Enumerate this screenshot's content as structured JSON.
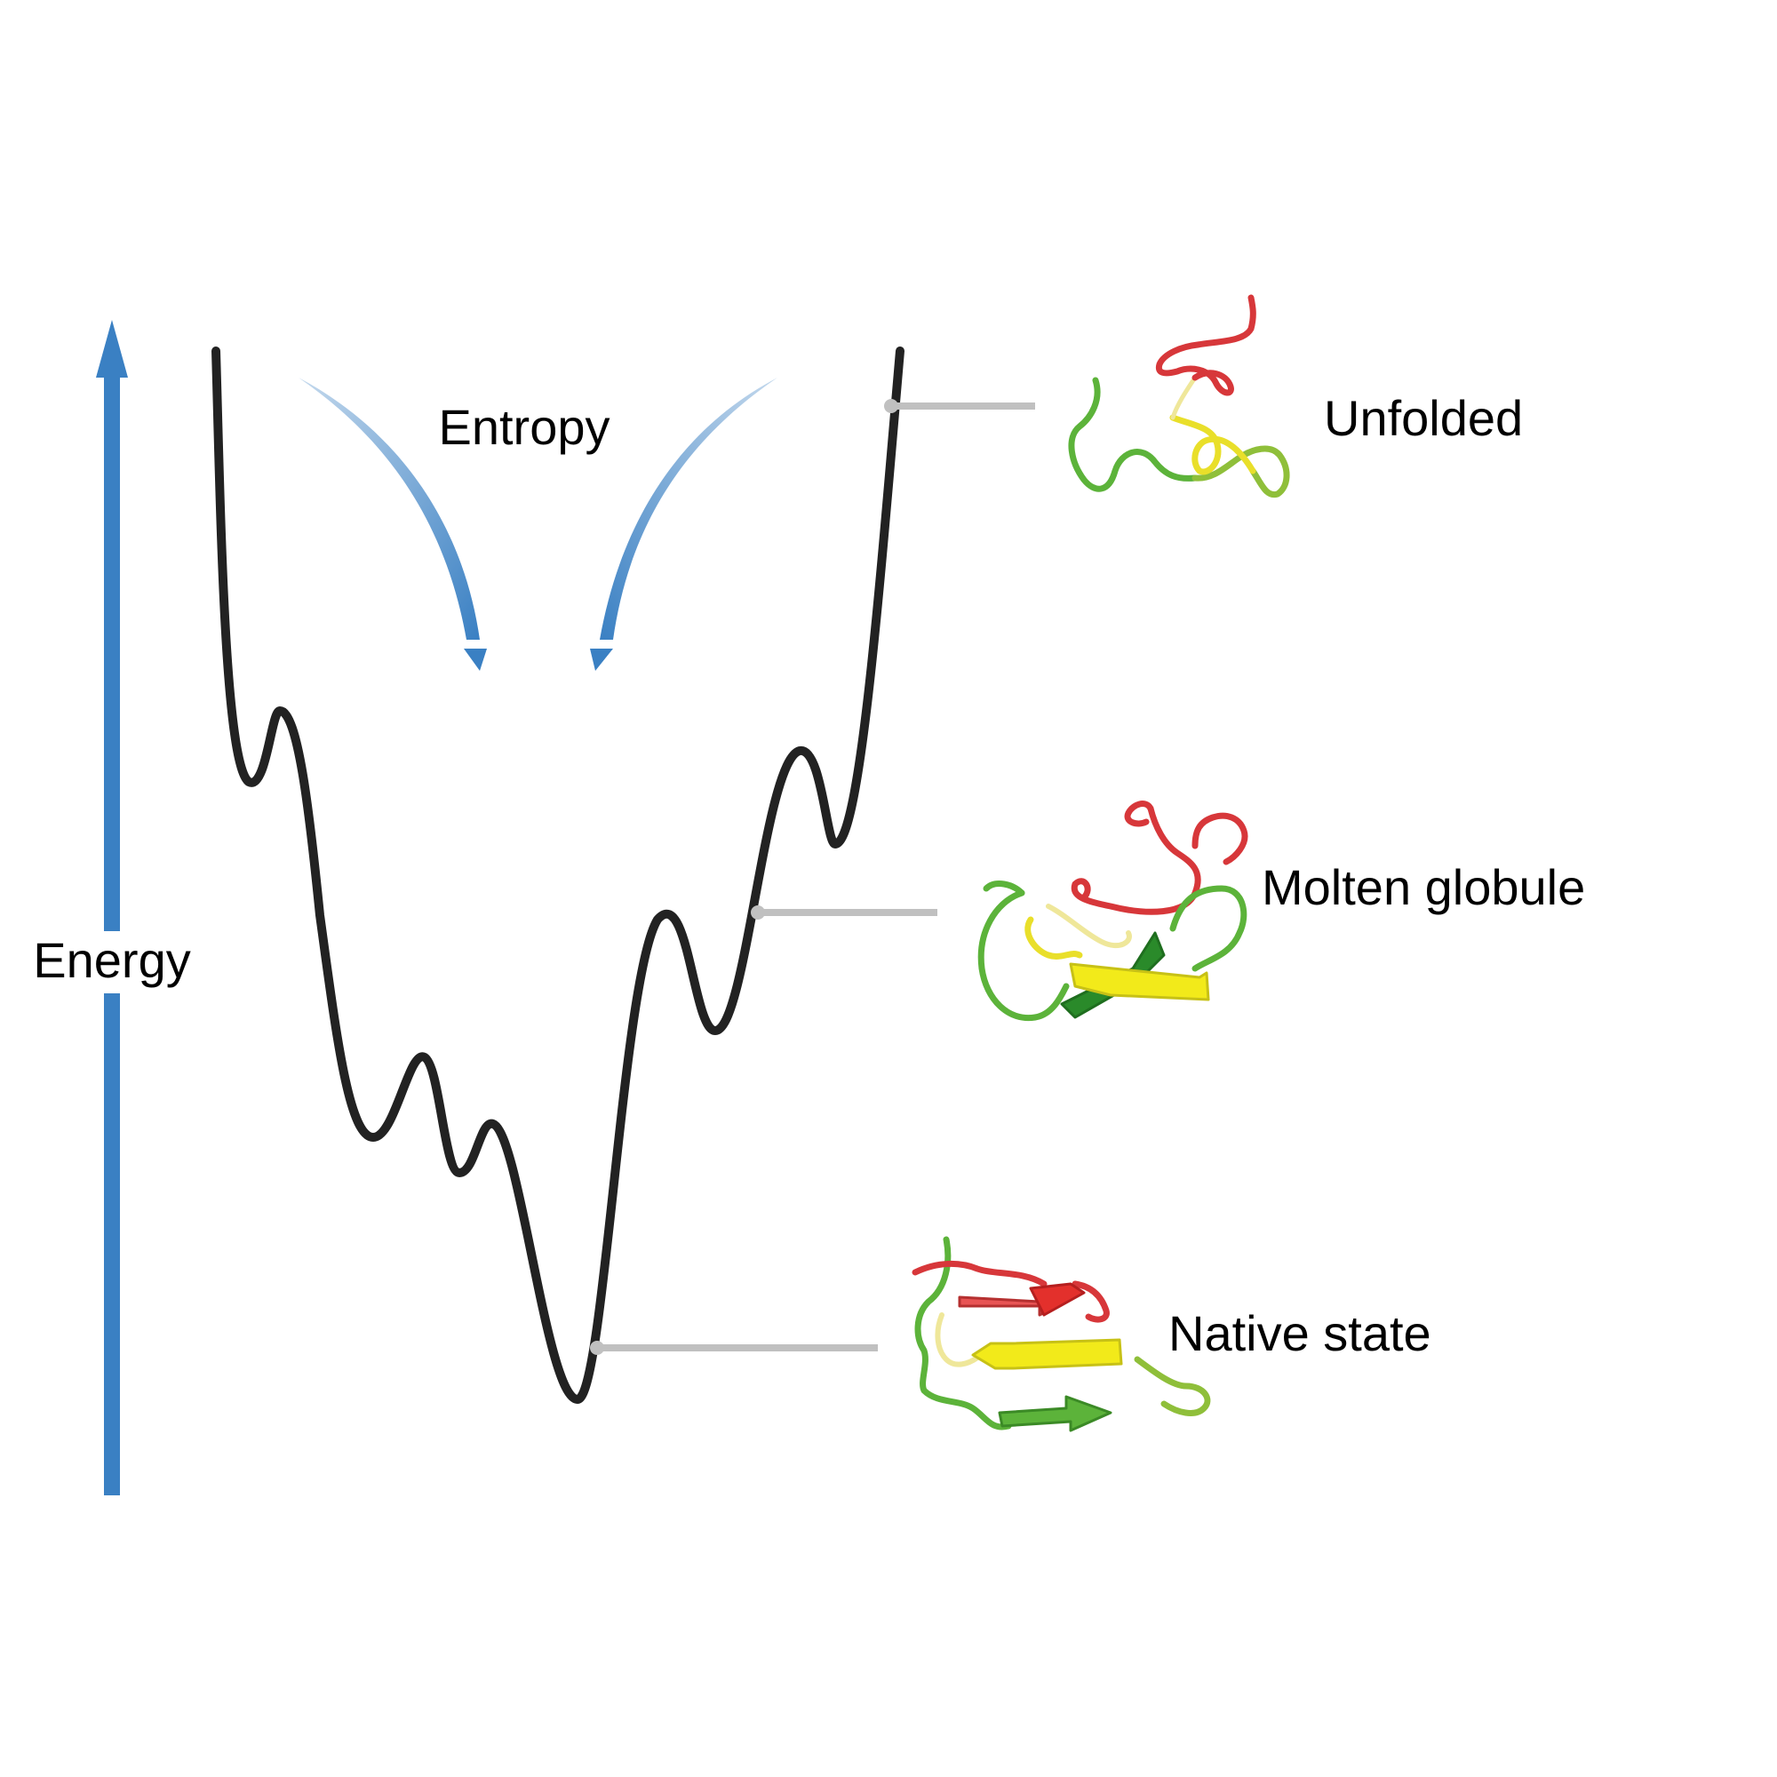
{
  "axis": {
    "label": "Energy",
    "color": "#3a80c3"
  },
  "entropy": {
    "label": "Entropy",
    "color": "#3a80c3"
  },
  "landscape": {
    "curve_color": "#222222",
    "leader_color": "#c0c0c0"
  },
  "states": [
    {
      "id": "unfolded",
      "label": "Unfolded"
    },
    {
      "id": "molten",
      "label": "Molten globule"
    },
    {
      "id": "native",
      "label": "Native state"
    }
  ],
  "structure_colors": {
    "red": "#e3302c",
    "yellow": "#f2ea1a",
    "green": "#5cb33a",
    "dark_green": "#2a8a2a"
  }
}
